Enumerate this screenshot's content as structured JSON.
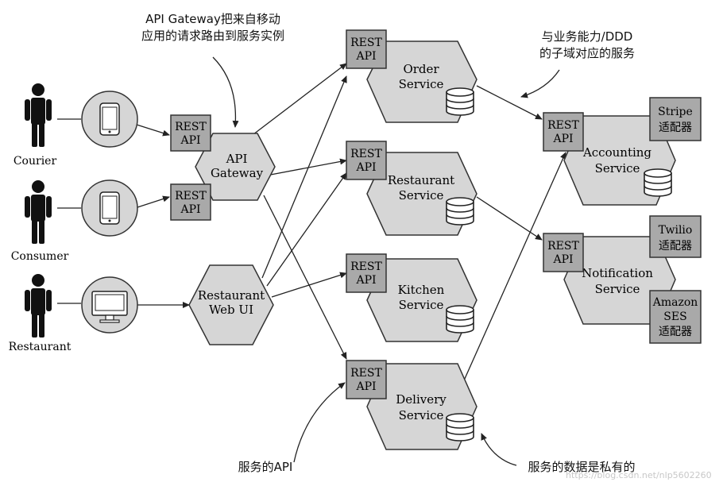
{
  "actors": {
    "courier": "Courier",
    "consumer": "Consumer",
    "restaurant": "Restaurant"
  },
  "gateway": {
    "line1": "API",
    "line2": "Gateway"
  },
  "web_ui": {
    "line1": "Restaurant",
    "line2": "Web UI"
  },
  "rest_box": {
    "line1": "REST",
    "line2": "API"
  },
  "services": {
    "order": {
      "line1": "Order",
      "line2": "Service"
    },
    "restaurant": {
      "line1": "Restaurant",
      "line2": "Service"
    },
    "kitchen": {
      "line1": "Kitchen",
      "line2": "Service"
    },
    "delivery": {
      "line1": "Delivery",
      "line2": "Service"
    },
    "accounting": {
      "line1": "Accounting",
      "line2": "Service"
    },
    "notification": {
      "line1": "Notification",
      "line2": "Service"
    }
  },
  "adapters": {
    "stripe": {
      "line1": "Stripe",
      "line2": "适配器"
    },
    "twilio": {
      "line1": "Twilio",
      "line2": "适配器"
    },
    "ses": {
      "line1": "Amazon",
      "line2": "SES",
      "line3": "适配器"
    }
  },
  "annotations": {
    "gateway_note_1": "API Gateway把来自移动",
    "gateway_note_2": "应用的请求路由到服务实例",
    "ddd_note_1": "与业务能力/DDD",
    "ddd_note_2": "的子域对应的服务",
    "api_note": "服务的API",
    "data_note": "服务的数据是私有的"
  },
  "watermark": "https://blog.csdn.net/nlp5602260",
  "colors": {
    "hexagon_fill": "#d6d6d6",
    "box_fill": "#a9a9a9",
    "stroke": "#333333",
    "person": "#111111"
  }
}
